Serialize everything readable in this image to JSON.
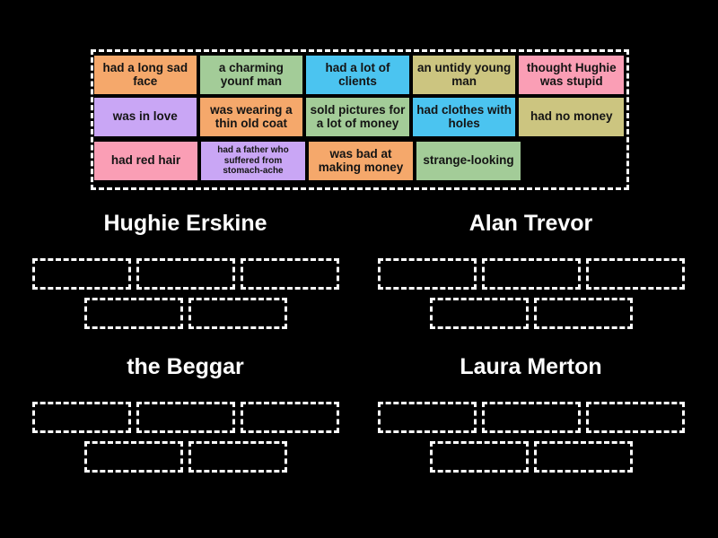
{
  "page": {
    "background_color": "#000000",
    "activity_type": "group-sort"
  },
  "word_bank": {
    "name": "word-bank",
    "border_color": "#ffffff",
    "rows": [
      [
        {
          "label": "had a long sad face",
          "color": "#F5A86B",
          "size": "normal"
        },
        {
          "label": "a charming younf man",
          "color": "#A3CC98",
          "size": "normal"
        },
        {
          "label": "had a lot of clients",
          "color": "#4BC4F0",
          "size": "normal"
        },
        {
          "label": "an untidy young man",
          "color": "#CCC580",
          "size": "normal"
        },
        {
          "label": "thought Hughie was stupid",
          "color": "#FA9EB5",
          "size": "normal"
        }
      ],
      [
        {
          "label": "was in love",
          "color": "#C9A6F5",
          "size": "normal"
        },
        {
          "label": "was wearing a thin old coat",
          "color": "#F5A86B",
          "size": "normal"
        },
        {
          "label": "sold pictures for a lot of money",
          "color": "#A3CC98",
          "size": "normal"
        },
        {
          "label": "had clothes with holes",
          "color": "#4BC4F0",
          "size": "normal"
        },
        {
          "label": "had no money",
          "color": "#CCC580",
          "size": "normal"
        }
      ],
      [
        {
          "label": "had red hair",
          "color": "#FA9EB5",
          "size": "normal"
        },
        {
          "label": "had a father who suffered from stomach-ache",
          "color": "#C9A6F5",
          "size": "small"
        },
        {
          "label": "was bad at making money",
          "color": "#F5A86B",
          "size": "normal"
        },
        {
          "label": "strange-looking",
          "color": "#A3CC98",
          "size": "normal"
        }
      ]
    ]
  },
  "categories": [
    {
      "title": "Hughie Erskine",
      "slots_row1": 3,
      "slots_row2": 2
    },
    {
      "title": "Alan Trevor",
      "slots_row1": 3,
      "slots_row2": 2
    },
    {
      "title": "the Beggar",
      "slots_row1": 3,
      "slots_row2": 2
    },
    {
      "title": "Laura Merton",
      "slots_row1": 3,
      "slots_row2": 2
    }
  ]
}
